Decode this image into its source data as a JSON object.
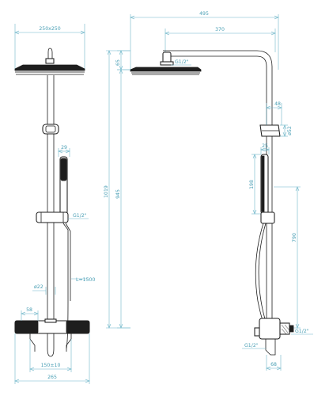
{
  "front_view": {
    "head_size": "250x250",
    "handset_spacing": "29",
    "outlet_thread": "G1/2\"",
    "pipe_diameter": "ø22",
    "hose_length": "L=1500",
    "knob_dim": "58",
    "inlet_spacing": "150±10",
    "body_width": "265"
  },
  "side_view": {
    "total_reach": "495",
    "arm_reach": "370",
    "head_thread": "G1/2\"",
    "head_drop": "65",
    "overall_height": "1019",
    "riser_height": "945",
    "holder_depth": "48",
    "holder_height": "ø52",
    "handset_width": "25",
    "handset_length": "198",
    "handset_height": "790",
    "inlet_thread_left": "G1/2\"",
    "inlet_thread_right": "G1/2\"",
    "base_width": "68"
  },
  "colors": {
    "dimension": "#6fb6c9",
    "outline": "#1e1e1e"
  }
}
